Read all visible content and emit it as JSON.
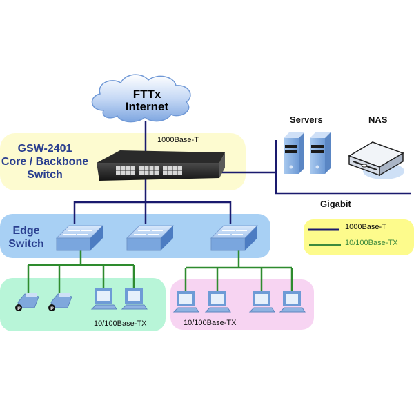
{
  "cloud": {
    "line1": "FTTx",
    "line2": "Internet"
  },
  "core": {
    "title_line1": "GSW-2401",
    "title_line2": "Core / Backbone",
    "title_line3": "Switch",
    "link_label": "1000Base-T",
    "port_groups": 3
  },
  "edge": {
    "title_line1": "Edge",
    "title_line2": "Switch",
    "switch_count": 3
  },
  "servers": {
    "label": "Servers",
    "count": 2
  },
  "nas": {
    "label": "NAS"
  },
  "gigabit": {
    "label": "Gigabit"
  },
  "groups": [
    {
      "name": "green-group",
      "link_label": "10/100Base-TX",
      "devices": [
        "ip-phone",
        "ip-phone",
        "pc",
        "pc"
      ],
      "badge": "IP"
    },
    {
      "name": "pink-group",
      "link_label": "10/100Base-TX",
      "devices": [
        "pc",
        "pc",
        "pc",
        "pc"
      ]
    }
  ],
  "legend": {
    "items": [
      {
        "label": "1000Base-T",
        "color": "#1a1a6e"
      },
      {
        "label": "10/100Base-TX",
        "color": "#3d8a3d"
      }
    ]
  },
  "colors": {
    "gigabit_line": "#1a1a6e",
    "fast_line": "#2e8b2e",
    "core_zone": "#fdfbd0",
    "edge_zone": "#a8d0f4",
    "green_zone": "#b8f5d8",
    "pink_zone": "#f7d4f2",
    "legend_zone": "#fdfb8c",
    "label_blue": "#2a3f8f"
  }
}
